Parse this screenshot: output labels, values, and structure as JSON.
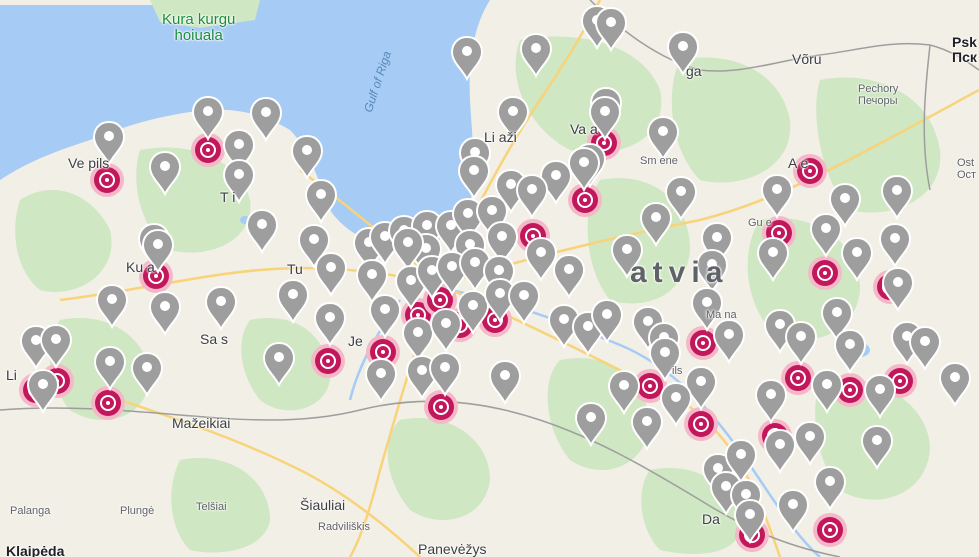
{
  "map": {
    "colors": {
      "sea": "#a6cbf5",
      "land": "#f2efe6",
      "forest": "#cfe7c2",
      "border": "#9e9e9e",
      "road": "#f8d37a",
      "pin_gray": "#9e9e9e",
      "pin_red": "#c2185b",
      "ring_light": "#f4b8c8"
    },
    "labels": {
      "park": "Kura kurgu\nhoiuala",
      "gulf": "Gulf of Riga",
      "country": "atvia",
      "voru": "Võru",
      "pechory": "Pechory",
      "pechory_cyr": "Печоры",
      "pskov": "Psk",
      "pskov_cyr": "Пск",
      "ost": "Ost",
      "ost_cyr": "Ост",
      "ventspils": "Ve    pils",
      "talsi": "T  i",
      "kuldiga": "Ku    a",
      "saldus": "Sa   s",
      "tukums": "Tu",
      "jelgava": "Je",
      "limbazi": "Li   aži",
      "valmiera": "Va     a",
      "smiltene": "Sm   ene",
      "aluksne": "A      e",
      "gulbene": "Gu   e",
      "madona": "Ma    na",
      "jekabpils": "ils",
      "mazeikiai": "Mažeikiai",
      "siauliai": "Šiauliai",
      "radviliskis": "Radviliškis",
      "panevezys": "Panevėžys",
      "plunge": "Plungė",
      "telsiai": "Telšiai",
      "palanga": "Palanga",
      "klaipeda": "Klaipėda",
      "daugavpils": "Da",
      "liepaja": "Li",
      "valga": "ga"
    },
    "icons": {
      "gray_pin": "location-pin-icon",
      "red_pin": "charging-station-pin-icon"
    }
  }
}
